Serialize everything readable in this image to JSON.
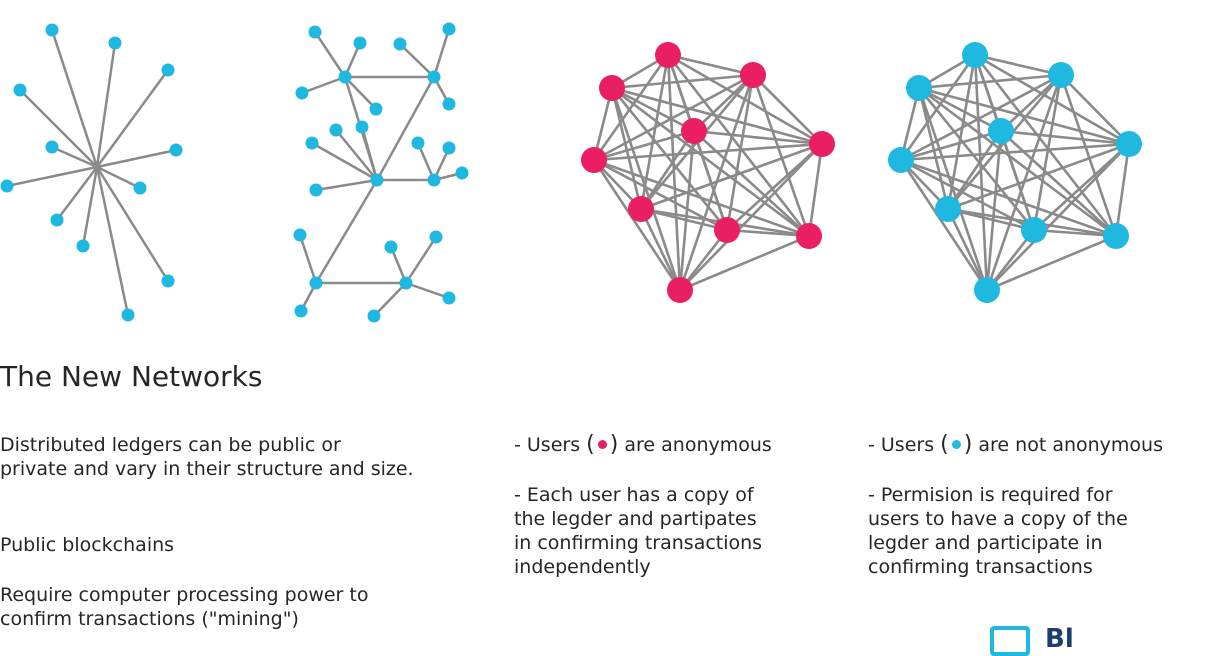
{
  "colors": {
    "public_node": "#e91e63",
    "private_node": "#1fb8e0",
    "edge": "#8a8a8a"
  },
  "title": "The New Networks",
  "intro": {
    "line1": "Distributed ledgers can be public or",
    "line2": "private and vary in their structure and size."
  },
  "public_label": "Public blockchains",
  "mining": {
    "line1": "Require computer processing power to",
    "line2": "confirm transactions (\"mining\")"
  },
  "public_col": {
    "users_prefix": "- Users",
    "users_suffix": "are anonymous",
    "p1": "- Each user has a copy of",
    "p2": "the legder and partipates",
    "p3": "in confirming transactions",
    "p4": "independently"
  },
  "private_col": {
    "users_prefix": "- Users",
    "users_suffix": "are  not anonymous",
    "p1": "- Permision is required for",
    "p2": "users to have a copy of the",
    "p3": "legder and participate in",
    "p4": "confirming transactions"
  },
  "logo_text": "Bl"
}
